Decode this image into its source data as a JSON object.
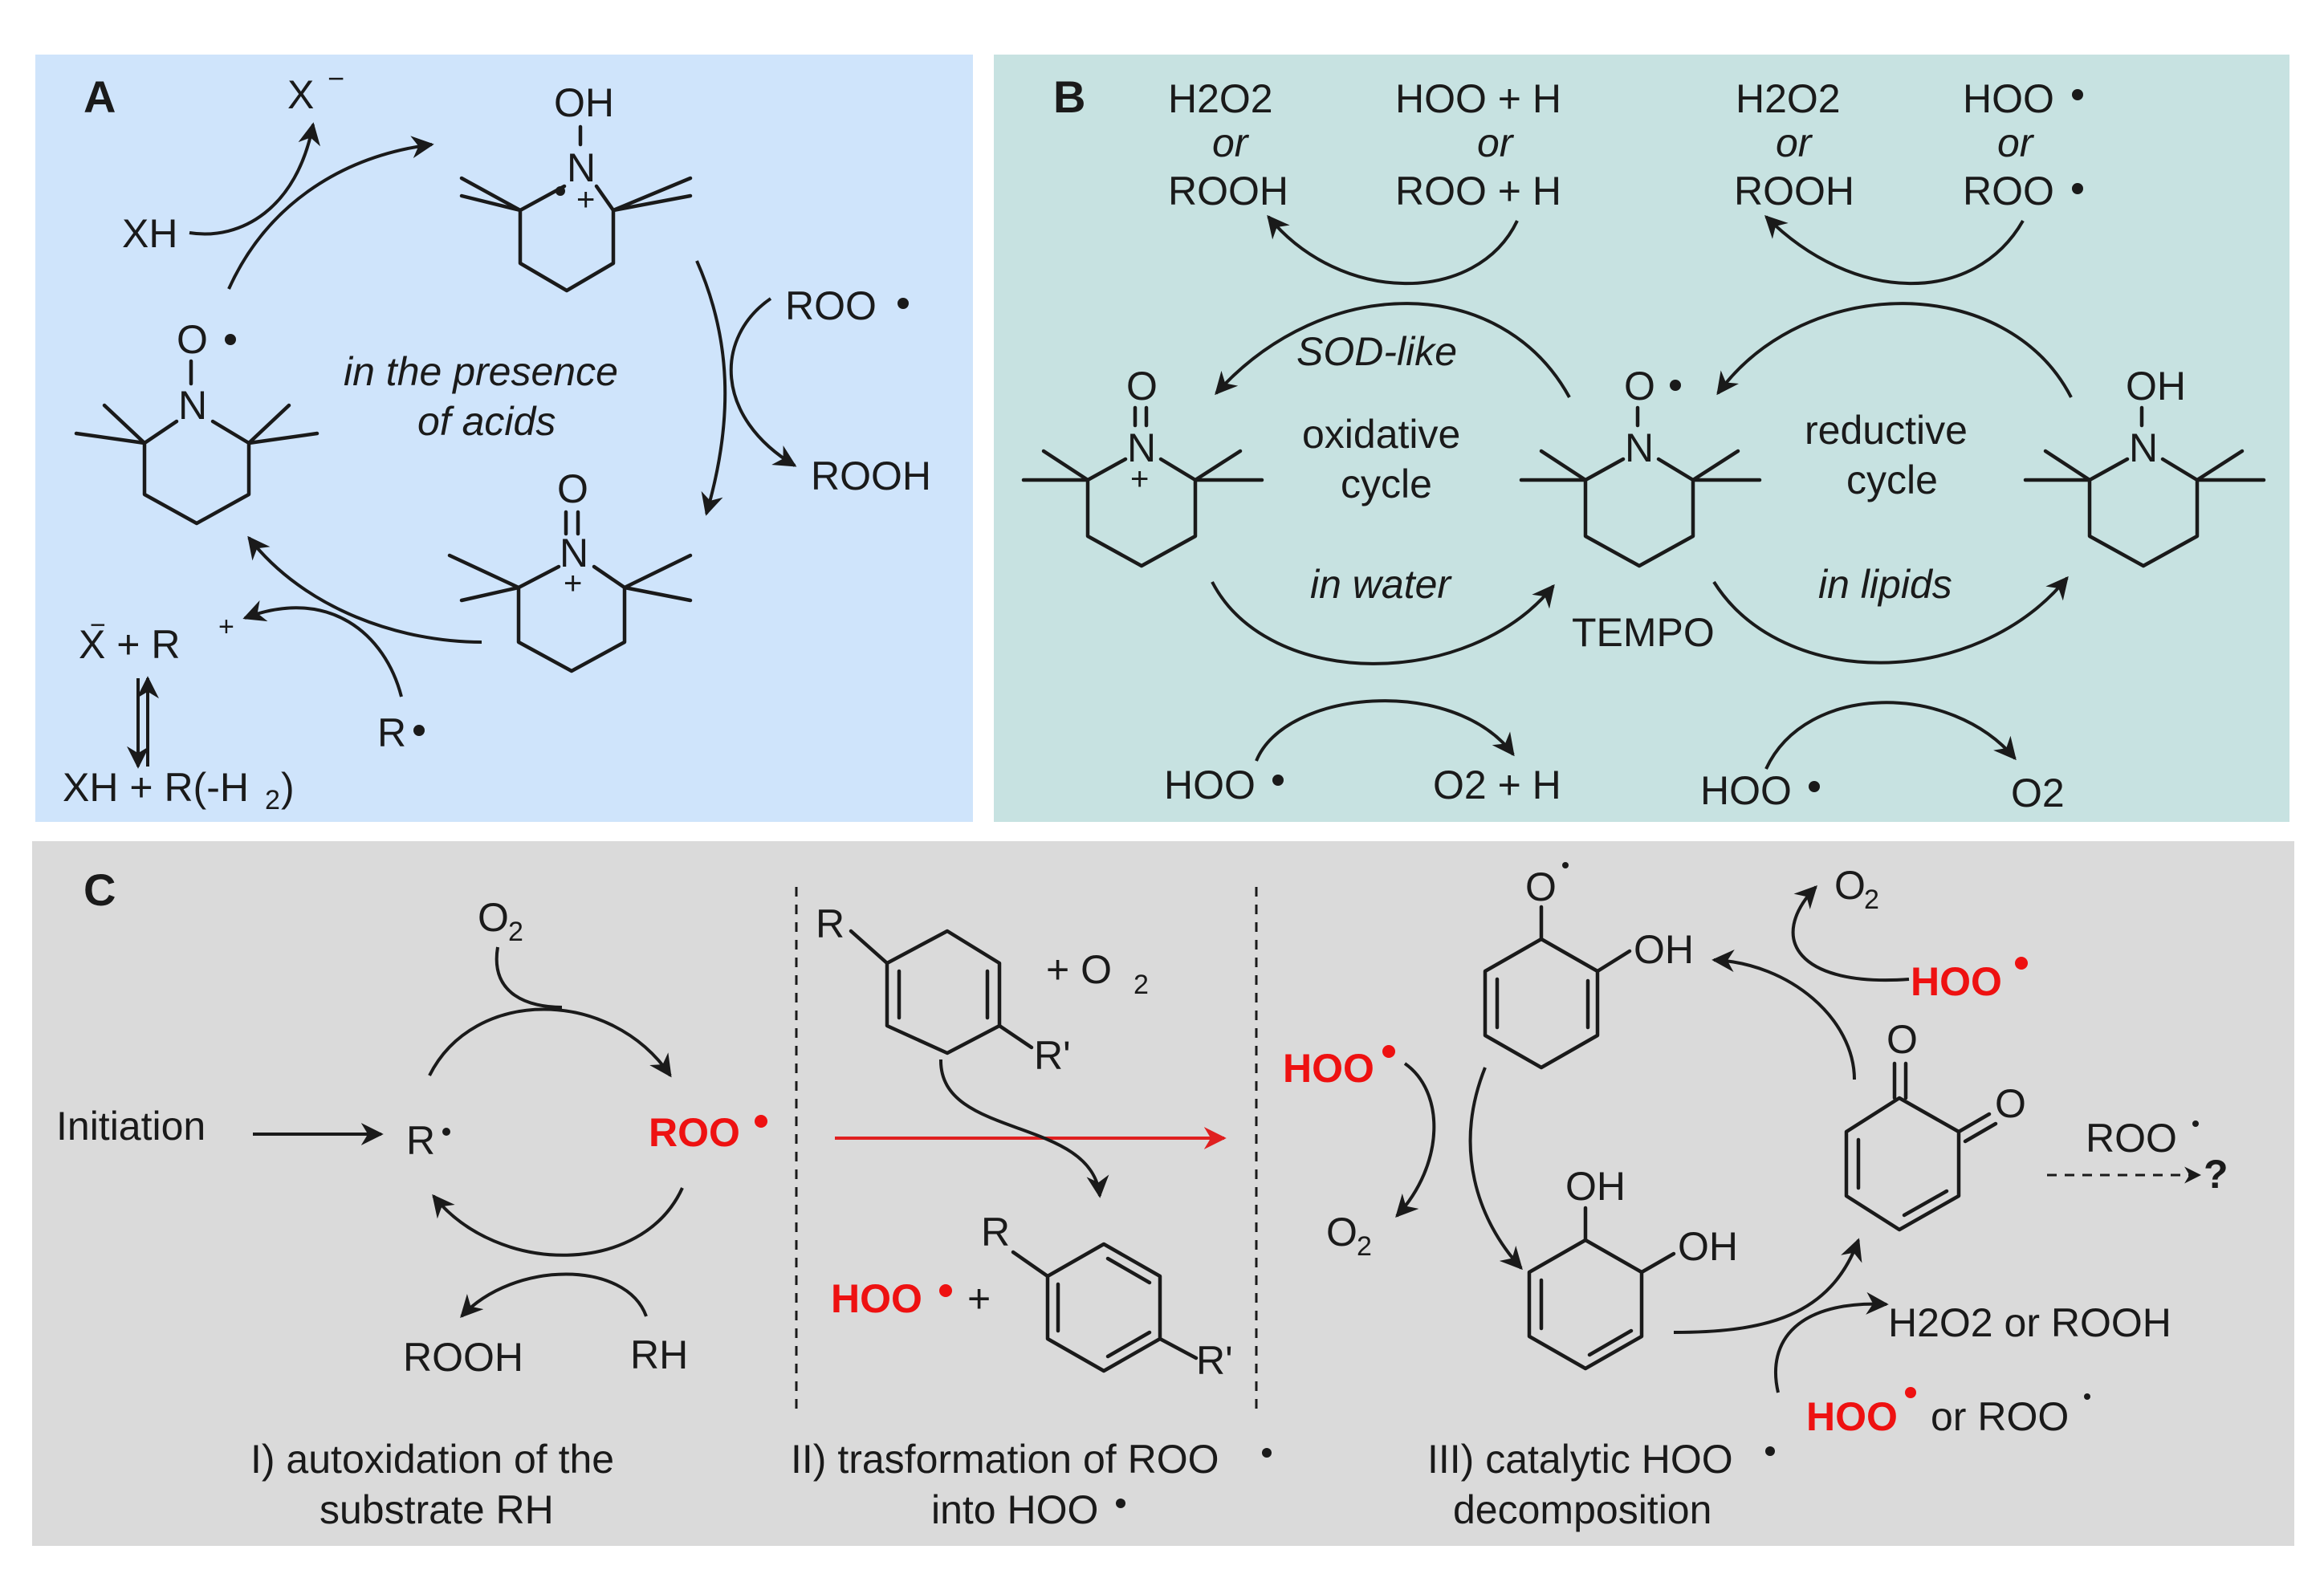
{
  "colors": {
    "panel_a_bg": "#cfe4fb",
    "panel_b_bg": "#c7e2e1",
    "panel_c_bg": "#dadada",
    "highlight": "#ee1111"
  },
  "panel_a": {
    "letter": "A",
    "center_text": [
      "in the presence",
      "of acids"
    ],
    "x_minus": "X",
    "xh": "XH",
    "oh": "OH",
    "n": "N",
    "o": "O",
    "roo": "ROO",
    "rooh": "ROOH",
    "x_plus_r": "X + R",
    "xh_r_h2": "XH + R(-H",
    "r_dot": "R"
  },
  "panel_b": {
    "letter": "B",
    "top_left_1": "H2O2",
    "top_left_or": "or",
    "top_left_2": "ROOH",
    "top_mid_1": "HOO + H",
    "top_mid_or": "or",
    "top_mid_2": "ROO + H",
    "top_r1_1": "H2O2",
    "top_r1_or": "or",
    "top_r1_2": "ROOH",
    "top_r2_1": "HOO",
    "top_r2_or": "or",
    "top_r2_2": "ROO",
    "sod_like": "SOD-like",
    "oxidative": [
      "oxidative",
      "cycle"
    ],
    "reductive": [
      "reductive",
      "cycle"
    ],
    "in_water": "in water",
    "in_lipids": "in lipids",
    "tempo": "TEMPO",
    "oh": "OH",
    "bottom_hoo_1": "HOO",
    "bottom_o2_h": "O2 + H",
    "bottom_hoo_2": "HOO",
    "bottom_o2": "O2"
  },
  "panel_c": {
    "letter": "C",
    "initiation": "Initiation",
    "r_dot": "R",
    "roo_dot": "ROO",
    "o2": "O",
    "rooh": "ROOH",
    "rh": "RH",
    "caption_1": [
      "I) autoxidation of the",
      "substrate RH"
    ],
    "r_label": "R",
    "r_prime": "R'",
    "plus_o2": "+ O",
    "hoo_plus": "HOO",
    "plus": "+",
    "caption_2": [
      "II) trasformation of ROO",
      "into HOO"
    ],
    "o_dot": "O",
    "oh": "OH",
    "o": "O",
    "hoo_red": "HOO",
    "h2o2_rooh": "H2O2 or ROOH",
    "hoo_or_roo_red": "HOO",
    "hoo_or_roo_rest": "or ROO",
    "roo_question": "ROO",
    "question": "?",
    "caption_3": [
      "III) catalytic HOO",
      "decomposition"
    ]
  }
}
